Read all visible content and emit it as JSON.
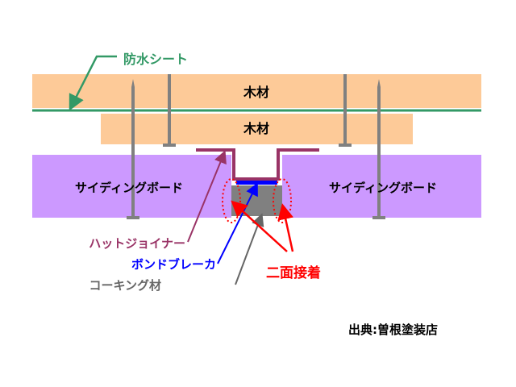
{
  "labels": {
    "waterproof_sheet": "防水シート",
    "wood_top": "木材",
    "wood_second": "木材",
    "siding_left": "サイディングボード",
    "siding_right": "サイディングボード",
    "hat_joiner": "ハットジョイナー",
    "bond_breaker": "ボンドブレーカ",
    "caulking": "コーキング材",
    "two_surface_adhesion": "二面接着",
    "source": "出典:曽根塗装店"
  },
  "colors": {
    "wood": "#fdca98",
    "siding": "#cc99ff",
    "sheet": "#339966",
    "hat_joiner": "#993366",
    "bond_breaker": "#0000ff",
    "caulking": "#808080",
    "adhesion": "#ff0000",
    "nail": "#808080"
  }
}
